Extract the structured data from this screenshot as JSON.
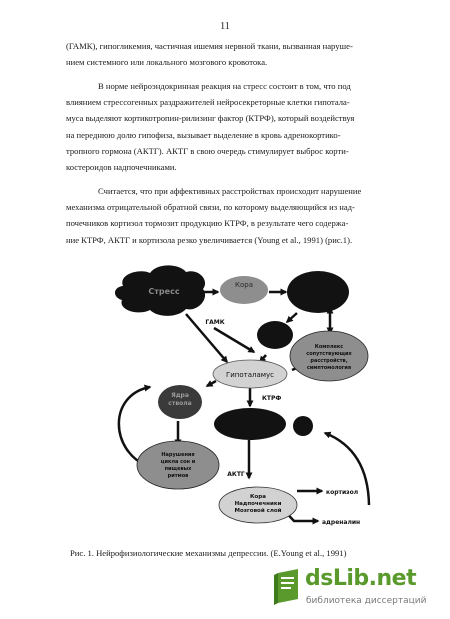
{
  "page_number": "11",
  "paragraphs": [
    [
      "(ГАМК), гипогликемия, частичная ишемия нервной ткани, вызванная наруше-",
      "нием системного или локального мозгового кровотока."
    ],
    [
      "В норме нейроэндокринная реакция на стресс состоит в том, что под",
      "влиянием стрессогенных раздражителей нейросекреторные клетки гипотала-",
      "муса выделяют кортикотропин-рилизинг фактор (КТРФ), который воздействуя",
      "на переднюю долю гипофиза, вызывает выделение в кровь адренокортико-",
      "тропного гормона (АКТГ). АКТГ в свою очередь стимулирует выброс корти-",
      "костероидов надпочечниками."
    ],
    [
      "Считается, что при аффективных расстройствах происходит нарушение",
      "механизма отрицательной обратной связи, по которому выделяющийся из над-",
      "почечников кортизол тормозит продукцию КТРФ, в результате чего содержа-",
      "ние КТРФ, АКТГ и кортизола резко увеличивается (Young et al., 1991) (рис.1)."
    ]
  ],
  "diagram": {
    "stress": "Стресс",
    "cortex": "Кора",
    "gaba": "ГАМК",
    "comorbid": [
      "Комплекс",
      "сопутствующих",
      "расстройств,",
      "симптомология"
    ],
    "hypothalamus": "Гипоталамус",
    "nuclei": [
      "Ядра",
      "ствола"
    ],
    "ktrf": "КТРФ",
    "sleep": [
      "Нарушения",
      "цикла сон и",
      "пищевых",
      "ритмов"
    ],
    "aktg": "АКТГ",
    "adrenal": [
      "Кора",
      "Надпочечники",
      "Мозговой слой"
    ],
    "cortisol": "кортизол",
    "adrenaline": "адреналин"
  },
  "caption": "Рис. 1.  Нейрофизиологические механизмы депрессии. (E.Young et al., 1991)",
  "watermark": {
    "title": "dsLib.net",
    "subtitle": "библиотека диссертаций"
  },
  "colors": {
    "dark": "#121212",
    "gray": "#8e8e8e",
    "light": "#d2d2d2",
    "watermark_green": "#5a9a2d"
  }
}
